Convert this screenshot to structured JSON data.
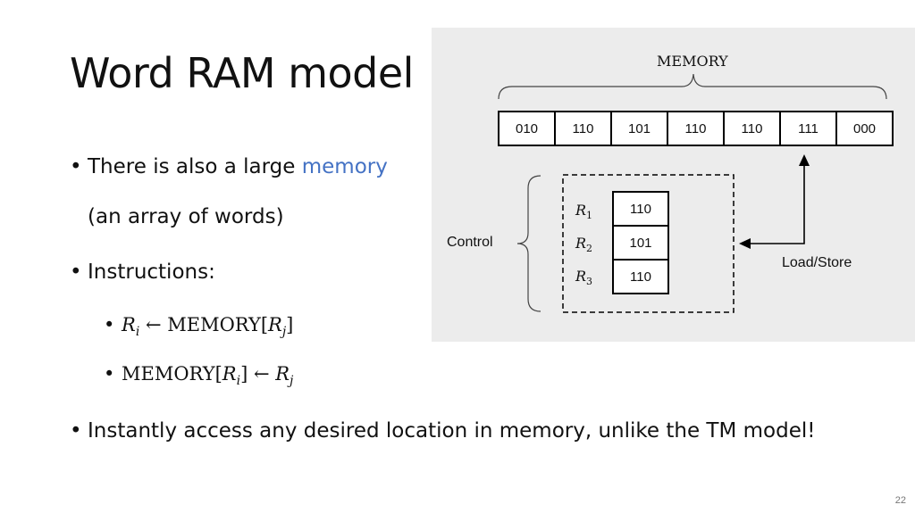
{
  "slide": {
    "title": "Word RAM model",
    "page_number": "22"
  },
  "bullets": [
    {
      "prefix": "There is also a large ",
      "highlight": "memory",
      "continuation": "(an array of words)"
    },
    {
      "text": "Instructions:"
    },
    {
      "text": "Instantly access any desired location in memory, unlike the TM model!"
    }
  ],
  "instructions": [
    {
      "parts": [
        "R",
        "i",
        " ← MEMORY[",
        "R",
        "j",
        "]"
      ]
    },
    {
      "parts": [
        "MEMORY[",
        "R",
        "i",
        "] ← ",
        "R",
        "j"
      ]
    }
  ],
  "diagram": {
    "memory_label": "MEMORY",
    "memory_cells": [
      "010",
      "110",
      "101",
      "110",
      "110",
      "111",
      "000"
    ],
    "registers": [
      {
        "name": "R",
        "index": "1",
        "value": "110"
      },
      {
        "name": "R",
        "index": "2",
        "value": "101"
      },
      {
        "name": "R",
        "index": "3",
        "value": "110"
      }
    ],
    "control_label": "Control",
    "load_store_label": "Load/Store",
    "colors": {
      "panel_bg": "#ececec",
      "highlight": "#4472C4"
    }
  }
}
